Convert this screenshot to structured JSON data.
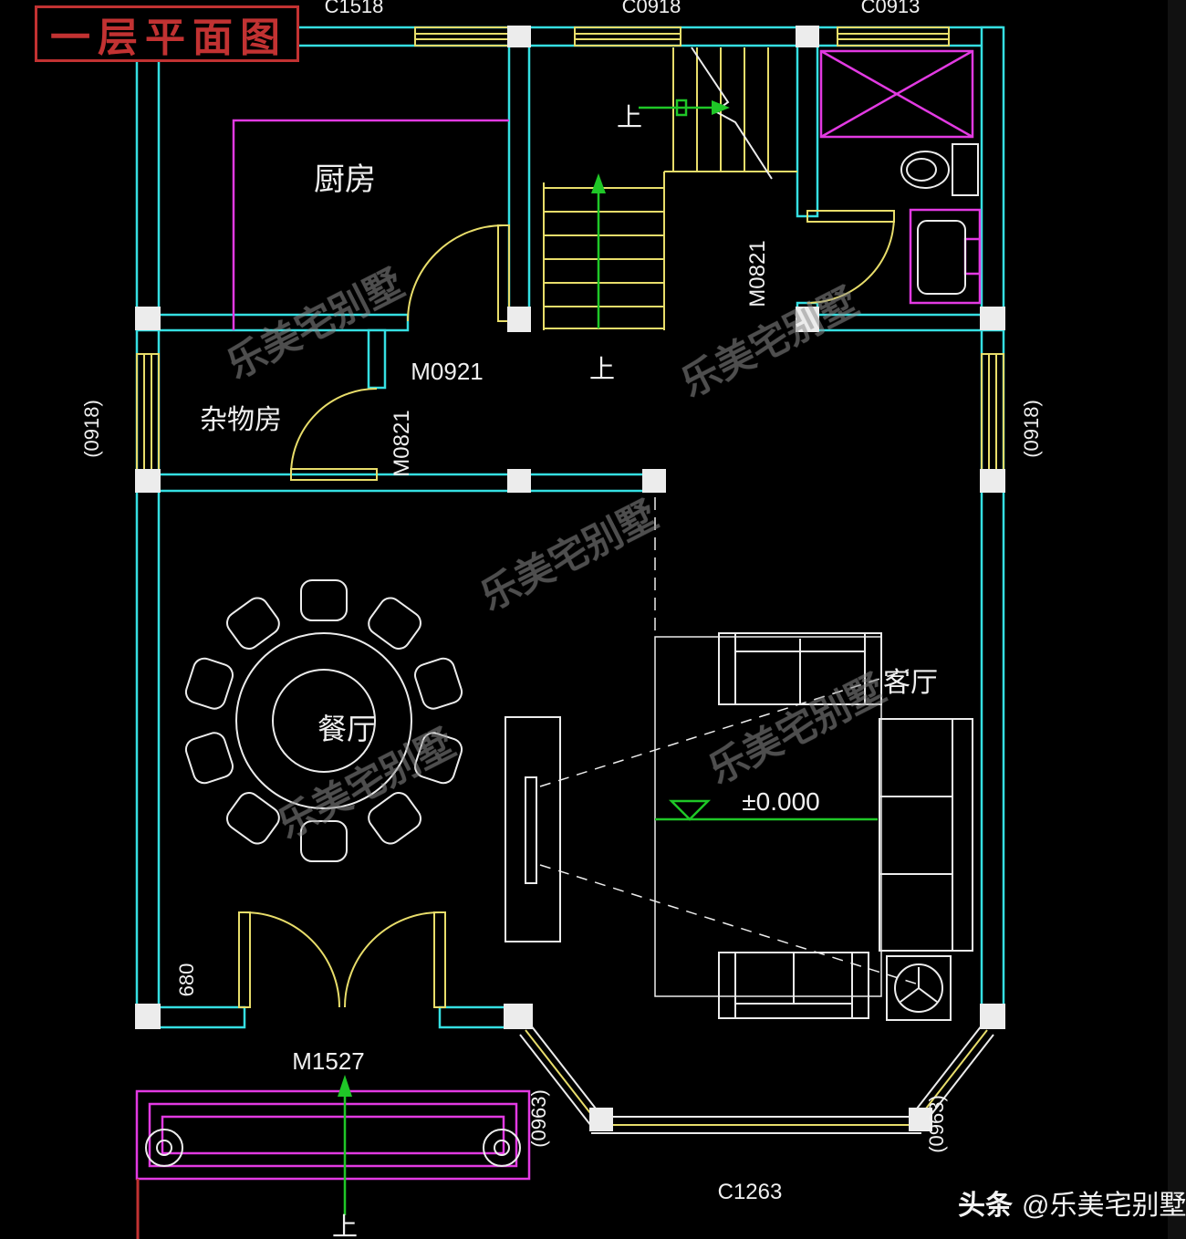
{
  "title": "一层平面图",
  "colors": {
    "wall": "#35dfe2",
    "window": "#e8dd6a",
    "fixture": "#e23ae2",
    "furniture": "#ececec",
    "green": "#1fc727",
    "red": "#c23232",
    "watermark": "#8f8f8f"
  },
  "rooms": {
    "kitchen": "厨房",
    "storage": "杂物房",
    "dining": "餐厅",
    "living": "客厅"
  },
  "doors": {
    "kitchen": "M0921",
    "storage": "M0821",
    "bathroom": "M0821",
    "entrance": "M1527"
  },
  "stairs": {
    "up_upper": "上",
    "up_lower": "上",
    "up_entrance": "上"
  },
  "elevation": "±0.000",
  "windows": {
    "top_1": "C1518",
    "top_2": "C0918",
    "top_3": "C0913",
    "left": "(0918)",
    "right": "(0918)",
    "bay_left": "(0963)",
    "bay_right": "(0963)",
    "bay_front": "C1263",
    "porch": "680"
  },
  "watermark": {
    "text": "乐美宅别墅"
  },
  "footer": {
    "brand": "头条",
    "handle": "@乐美宅别墅"
  }
}
